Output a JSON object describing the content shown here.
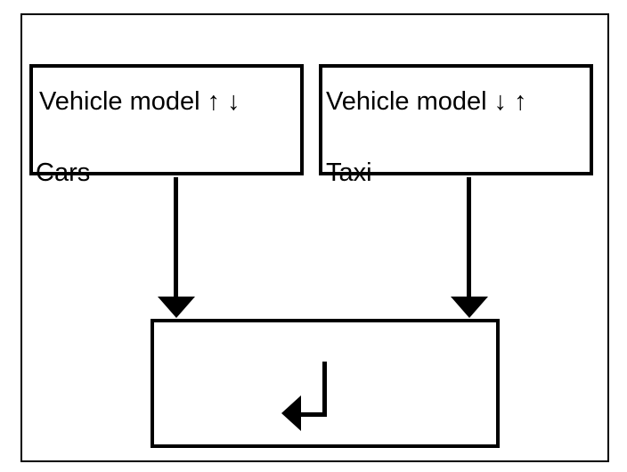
{
  "diagram": {
    "left_box": {
      "title": "Vehicle model ↑ ↓",
      "label": "Cars"
    },
    "right_box": {
      "title": "Vehicle model ↓ ↑",
      "label": "Taxi"
    },
    "bottom_box": {
      "icon": "carriage-return-arrow"
    },
    "icons": {
      "left_arrowhead": "down-arrowhead",
      "right_arrowhead": "down-arrowhead"
    },
    "colors": {
      "foreground": "#000000",
      "background": "#ffffff"
    }
  }
}
